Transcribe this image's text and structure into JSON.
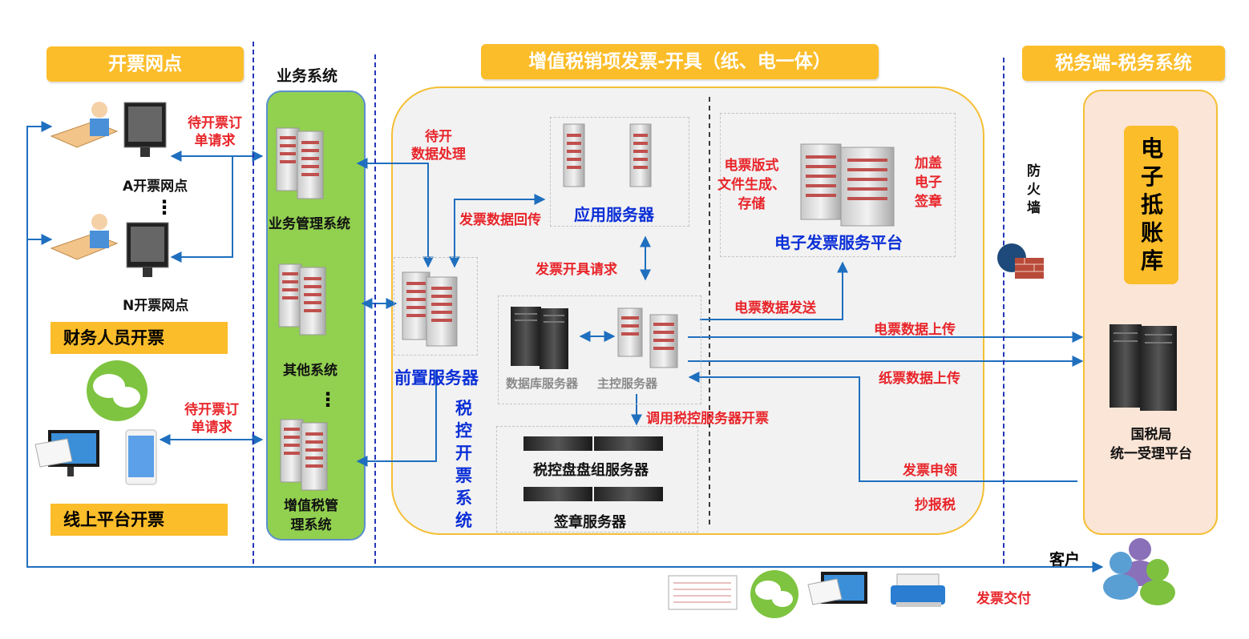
{
  "headers": {
    "issuing_points": "开票网点",
    "business_system": "业务系统",
    "vat_issuing": "增值税销项发票-开具（纸、电一体）",
    "tax_side": "税务端-税务系统"
  },
  "left": {
    "point_a": "A开票网点",
    "point_n": "N开票网点",
    "ellipsis": "⋮",
    "finance_issue": "财务人员开票",
    "online_issue": "线上平台开票",
    "order_request_1": "待开票订\n单请求",
    "order_request_2": "待开票订\n单请求"
  },
  "business": {
    "mgmt_system": "业务管理系统",
    "other_system": "其他系统",
    "ellipsis": "⋮",
    "vat_mgmt": "增值税管\n理系统"
  },
  "middle": {
    "pending_processing": "待开\n数据处理",
    "invoice_data_return": "发票数据回传",
    "app_server": "应用服务器",
    "issue_request": "发票开具请求",
    "front_server": "前置服务器",
    "db_server": "数据库服务器",
    "master_server": "主控服务器",
    "call_tax_server": "调用税控服务器开票",
    "tax_disk_server": "税控盘盘组服务器",
    "sign_server": "签章服务器",
    "tax_control_system": "税控开票系统",
    "e_invoice_format": "电票版式\n文件生成、\n存储",
    "add_signature": "加盖\n电子\n签章",
    "e_invoice_platform": "电子发票服务平台",
    "e_invoice_send": "电票数据发送",
    "e_invoice_upload": "电票数据上传",
    "paper_upload": "纸票数据上传",
    "invoice_apply": "发票申领",
    "tax_report": "抄报税"
  },
  "right": {
    "firewall": "防\n火\n墙",
    "ledger": "电\n子\n抵\n账\n库",
    "tax_bureau": "国税局\n统一受理平台",
    "customer": "客户",
    "delivery": "发票交付"
  },
  "colors": {
    "header": "#fbbd2a",
    "green_panel": "#92d050",
    "panel_border": "#f5bf35",
    "red_text": "#e8252a",
    "blue_text": "#0b2fd6",
    "arrow": "#1f6fbf",
    "right_panel": "#fbe5d6"
  }
}
